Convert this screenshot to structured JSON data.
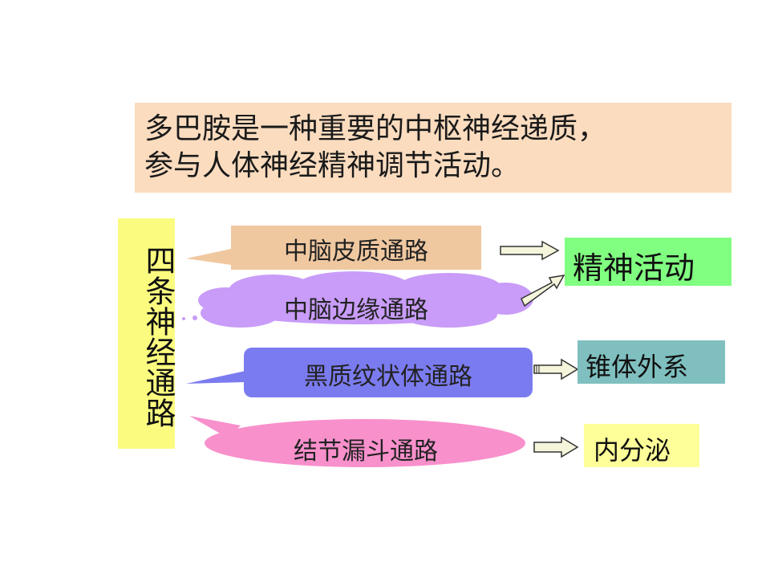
{
  "intro": {
    "line1": "多巴胺是一种重要的中枢神经递质，",
    "line2": "参与人体神经精神调节活动。"
  },
  "vertical_label": "四条神经通路",
  "pathways": [
    {
      "label": "中脑皮质通路",
      "color": "#f0c8a0"
    },
    {
      "label": "中脑边缘通路",
      "color": "#c89cf8"
    },
    {
      "label": "黑质纹状体通路",
      "color": "#7b7bf0"
    },
    {
      "label": "结节漏斗通路",
      "color": "#f890cc"
    }
  ],
  "targets": [
    {
      "label": "精神活动",
      "color": "#80ff80"
    },
    {
      "label": "锥体外系",
      "color": "#7fbfbf"
    },
    {
      "label": "内分泌",
      "color": "#ffff99"
    }
  ],
  "colors": {
    "intro_bg": "#fbdcbf",
    "label_bg": "#fbfb80",
    "arrow_fill": "#f5f5dc"
  }
}
